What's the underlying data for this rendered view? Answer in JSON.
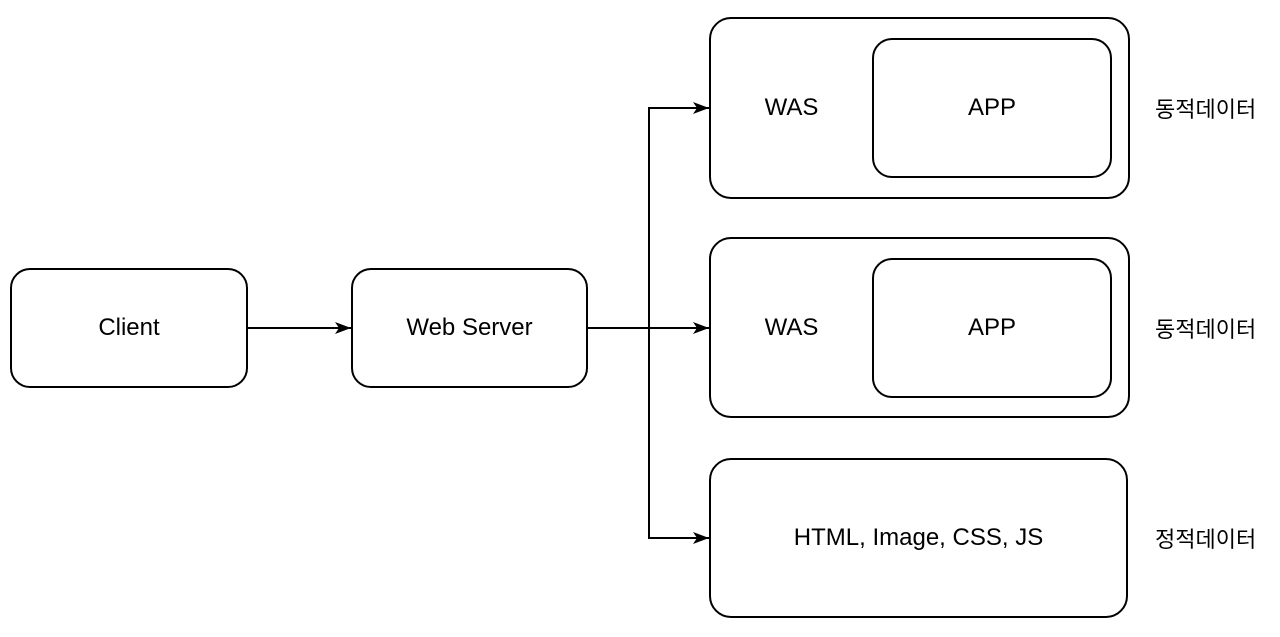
{
  "diagram": {
    "nodes": {
      "client": {
        "label": "Client"
      },
      "web_server": {
        "label": "Web Server"
      },
      "was_top": {
        "label": "WAS",
        "app_label": "APP"
      },
      "was_mid": {
        "label": "WAS",
        "app_label": "APP"
      },
      "static_box": {
        "label": "HTML, Image, CSS, JS"
      }
    },
    "annotations": {
      "top": "동적데이터",
      "mid": "동적데이터",
      "bottom": "정적데이터"
    },
    "edges": [
      {
        "from": "client",
        "to": "web_server"
      },
      {
        "from": "web_server",
        "to": "was_top"
      },
      {
        "from": "web_server",
        "to": "was_mid"
      },
      {
        "from": "web_server",
        "to": "static_box"
      }
    ],
    "colors": {
      "stroke": "#000000",
      "fill": "#ffffff",
      "background": "#ffffff",
      "text": "#000000"
    }
  }
}
